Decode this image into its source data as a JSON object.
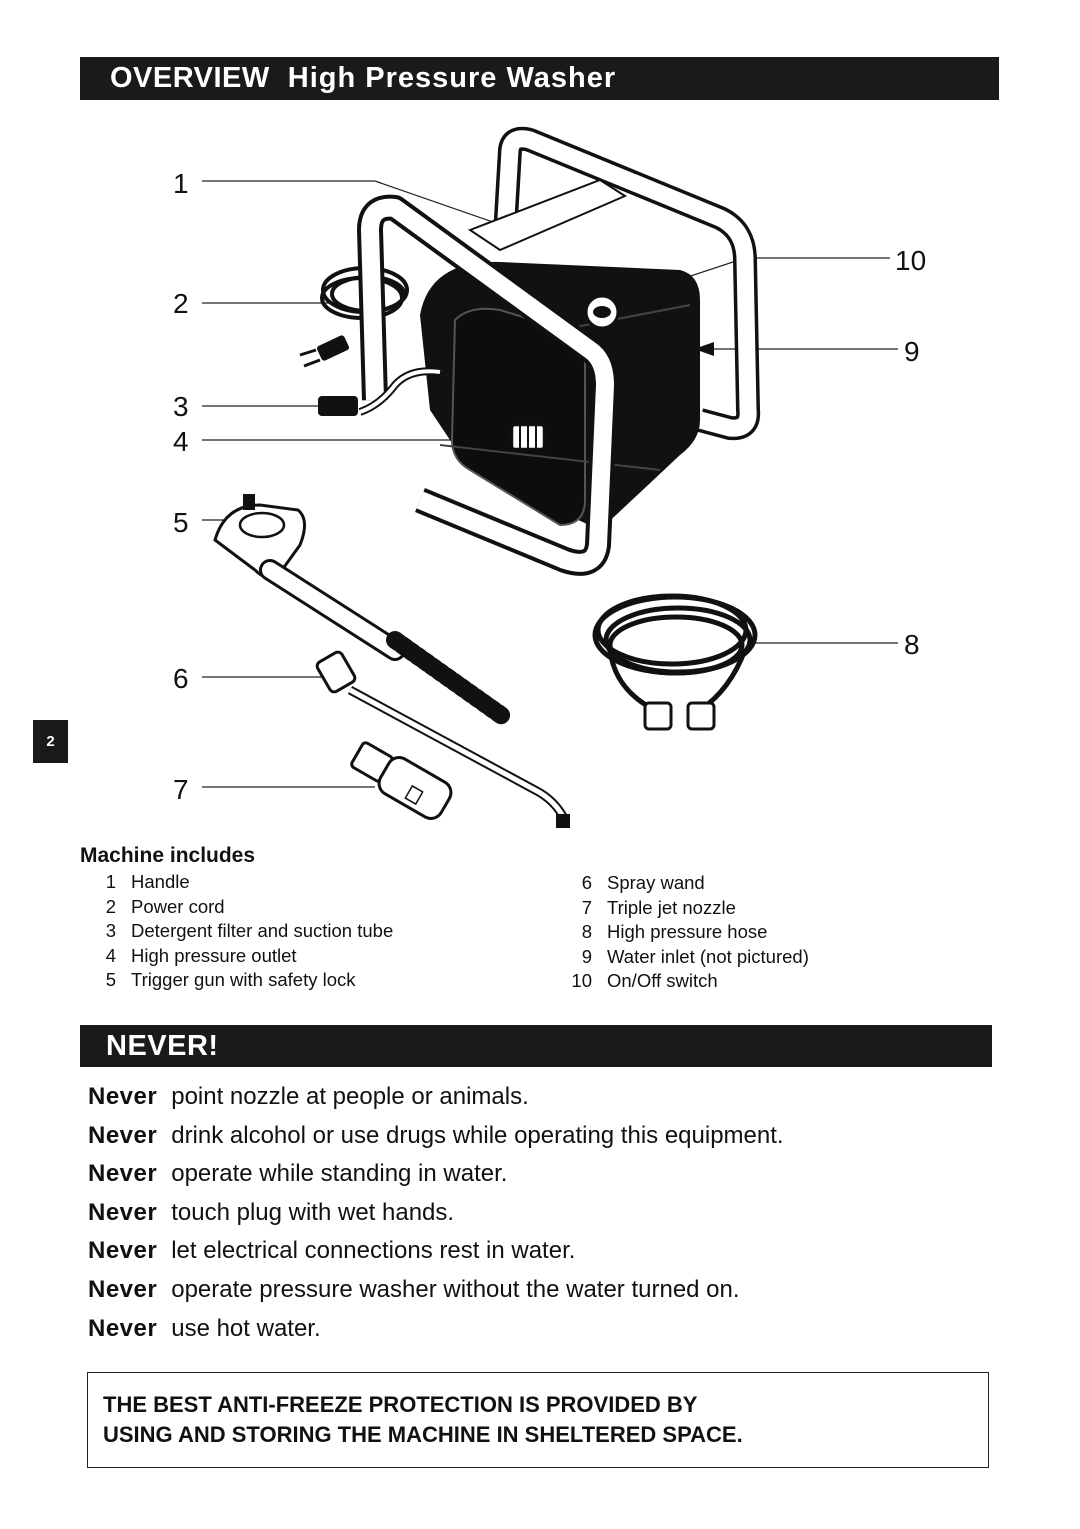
{
  "header": {
    "section": "OVERVIEW",
    "title": "High Pressure Washer"
  },
  "page_number": "2",
  "callouts": [
    "1",
    "2",
    "3",
    "4",
    "5",
    "6",
    "7",
    "8",
    "9",
    "10"
  ],
  "includes": {
    "title": "Machine includes",
    "left": [
      {
        "num": "1",
        "label": "Handle"
      },
      {
        "num": "2",
        "label": "Power cord"
      },
      {
        "num": "3",
        "label": "Detergent filter and suction tube"
      },
      {
        "num": "4",
        "label": "High pressure outlet"
      },
      {
        "num": "5",
        "label": "Trigger gun with safety lock"
      }
    ],
    "right": [
      {
        "num": "6",
        "label": "Spray wand"
      },
      {
        "num": "7",
        "label": "Triple jet nozzle"
      },
      {
        "num": "8",
        "label": "High pressure hose"
      },
      {
        "num": "9",
        "label": "Water inlet (not pictured)"
      },
      {
        "num": "10",
        "label": "On/Off switch"
      }
    ]
  },
  "never": {
    "title": "NEVER!",
    "keyword": "Never",
    "items": [
      "point nozzle at people or animals.",
      "drink alcohol or use drugs while operating this equipment.",
      "operate while standing in water.",
      "touch plug with wet hands.",
      "let electrical connections rest in water.",
      "operate pressure washer without the water turned on.",
      "use hot water."
    ]
  },
  "warning": {
    "line1": "THE BEST ANTI-FREEZE PROTECTION IS PROVIDED BY",
    "line2": "USING AND STORING THE MACHINE IN SHELTERED SPACE."
  }
}
